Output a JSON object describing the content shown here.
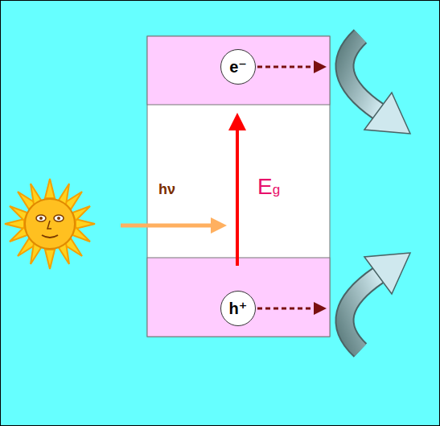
{
  "diagram": {
    "nodes": [
      {
        "text": [
          "e⁻"
        ]
      },
      {
        "text": [
          "h⁺"
        ]
      }
    ],
    "labels": [
      "hν",
      "Eg"
    ]
  }
}
